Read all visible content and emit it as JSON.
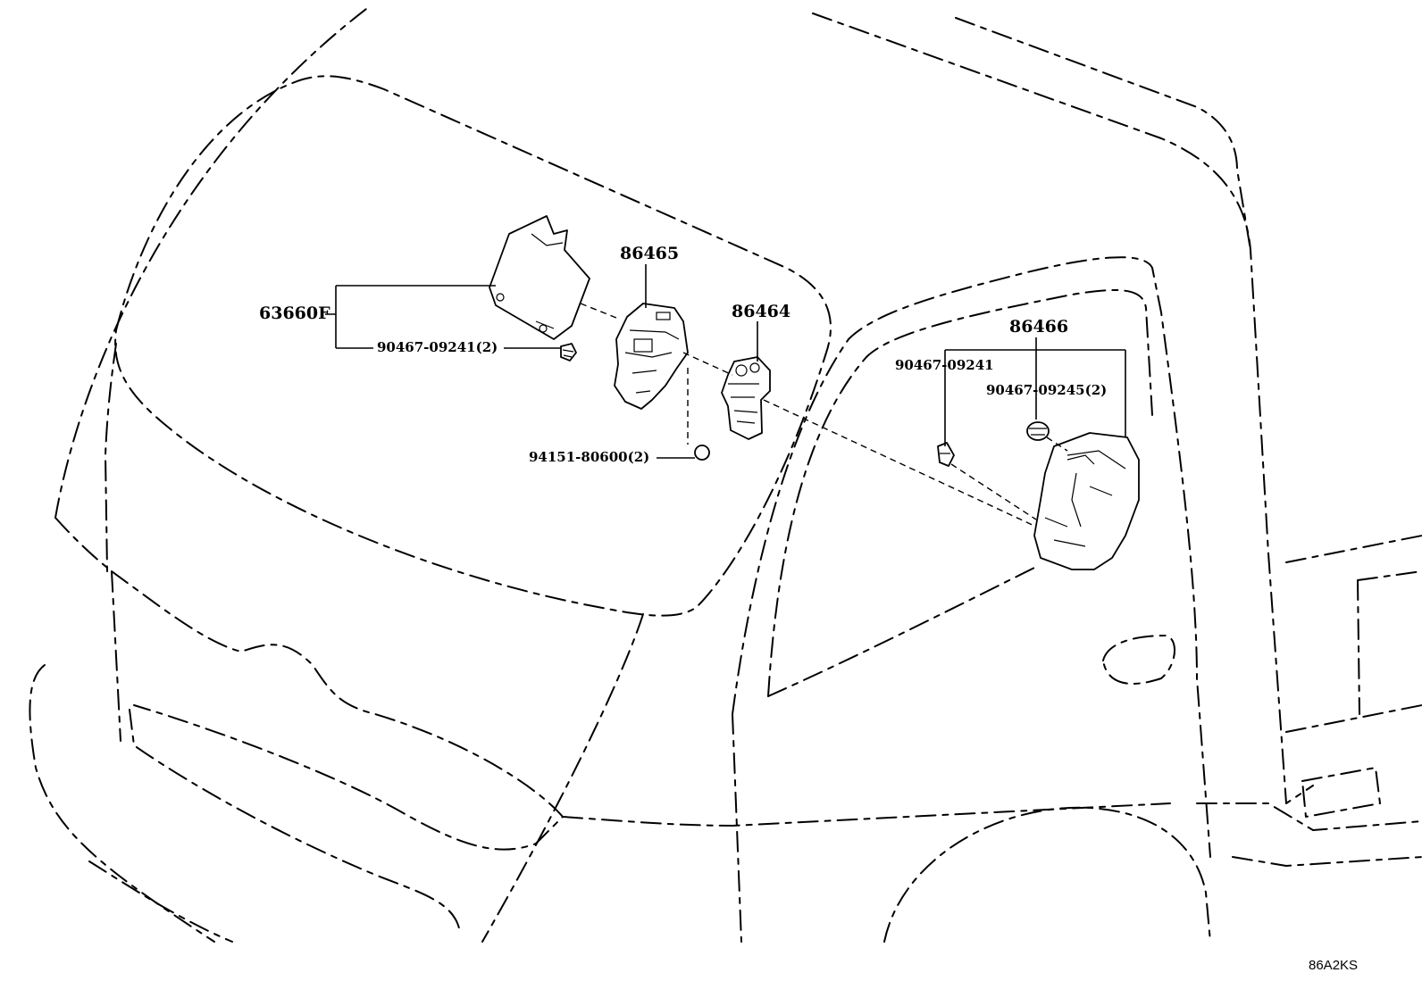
{
  "diagram": {
    "labels": {
      "part_63660F": "63660F",
      "part_90467_09241_2": "90467-09241(2)",
      "part_86465": "86465",
      "part_86464": "86464",
      "part_94151_80600_2": "94151-80600(2)",
      "part_86466": "86466",
      "part_90467_09241": "90467-09241",
      "part_90467_09245_2": "90467-09245(2)"
    },
    "figure_code": "86A2KS"
  }
}
